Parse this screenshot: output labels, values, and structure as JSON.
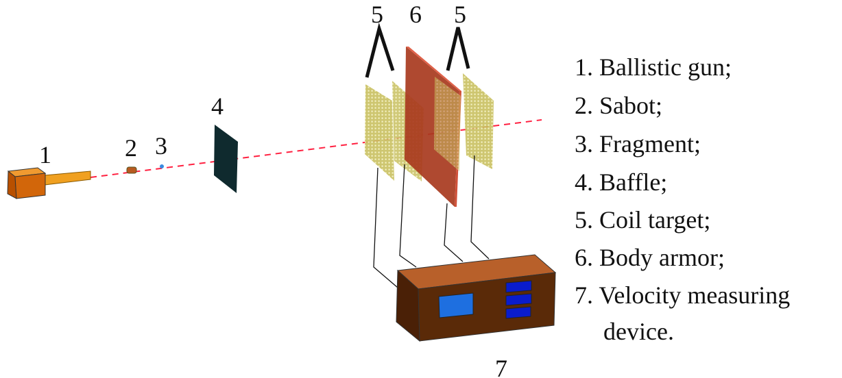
{
  "labels": {
    "n1": "1",
    "n2": "2",
    "n3": "3",
    "n4": "4",
    "n5a": "5",
    "n6": "6",
    "n5b": "5",
    "n7": "7"
  },
  "legend": [
    "1. Ballistic gun;",
    "2. Sabot;",
    "3. Fragment;",
    "4. Baffle;",
    "5. Coil target;",
    "6. Body armor;",
    "7. Velocity measuring",
    "device."
  ],
  "colors": {
    "gun": "#d2660a",
    "barrel": "#f0a020",
    "trajectory": "#ff2040",
    "baffle": "#0f2a2e",
    "coil": "#c8c060",
    "armor": "#a83a1e",
    "device": "#5a2a08",
    "device_top": "#b8602a",
    "screen": "#1e6fe0",
    "buttons": "#0a1ccc"
  }
}
